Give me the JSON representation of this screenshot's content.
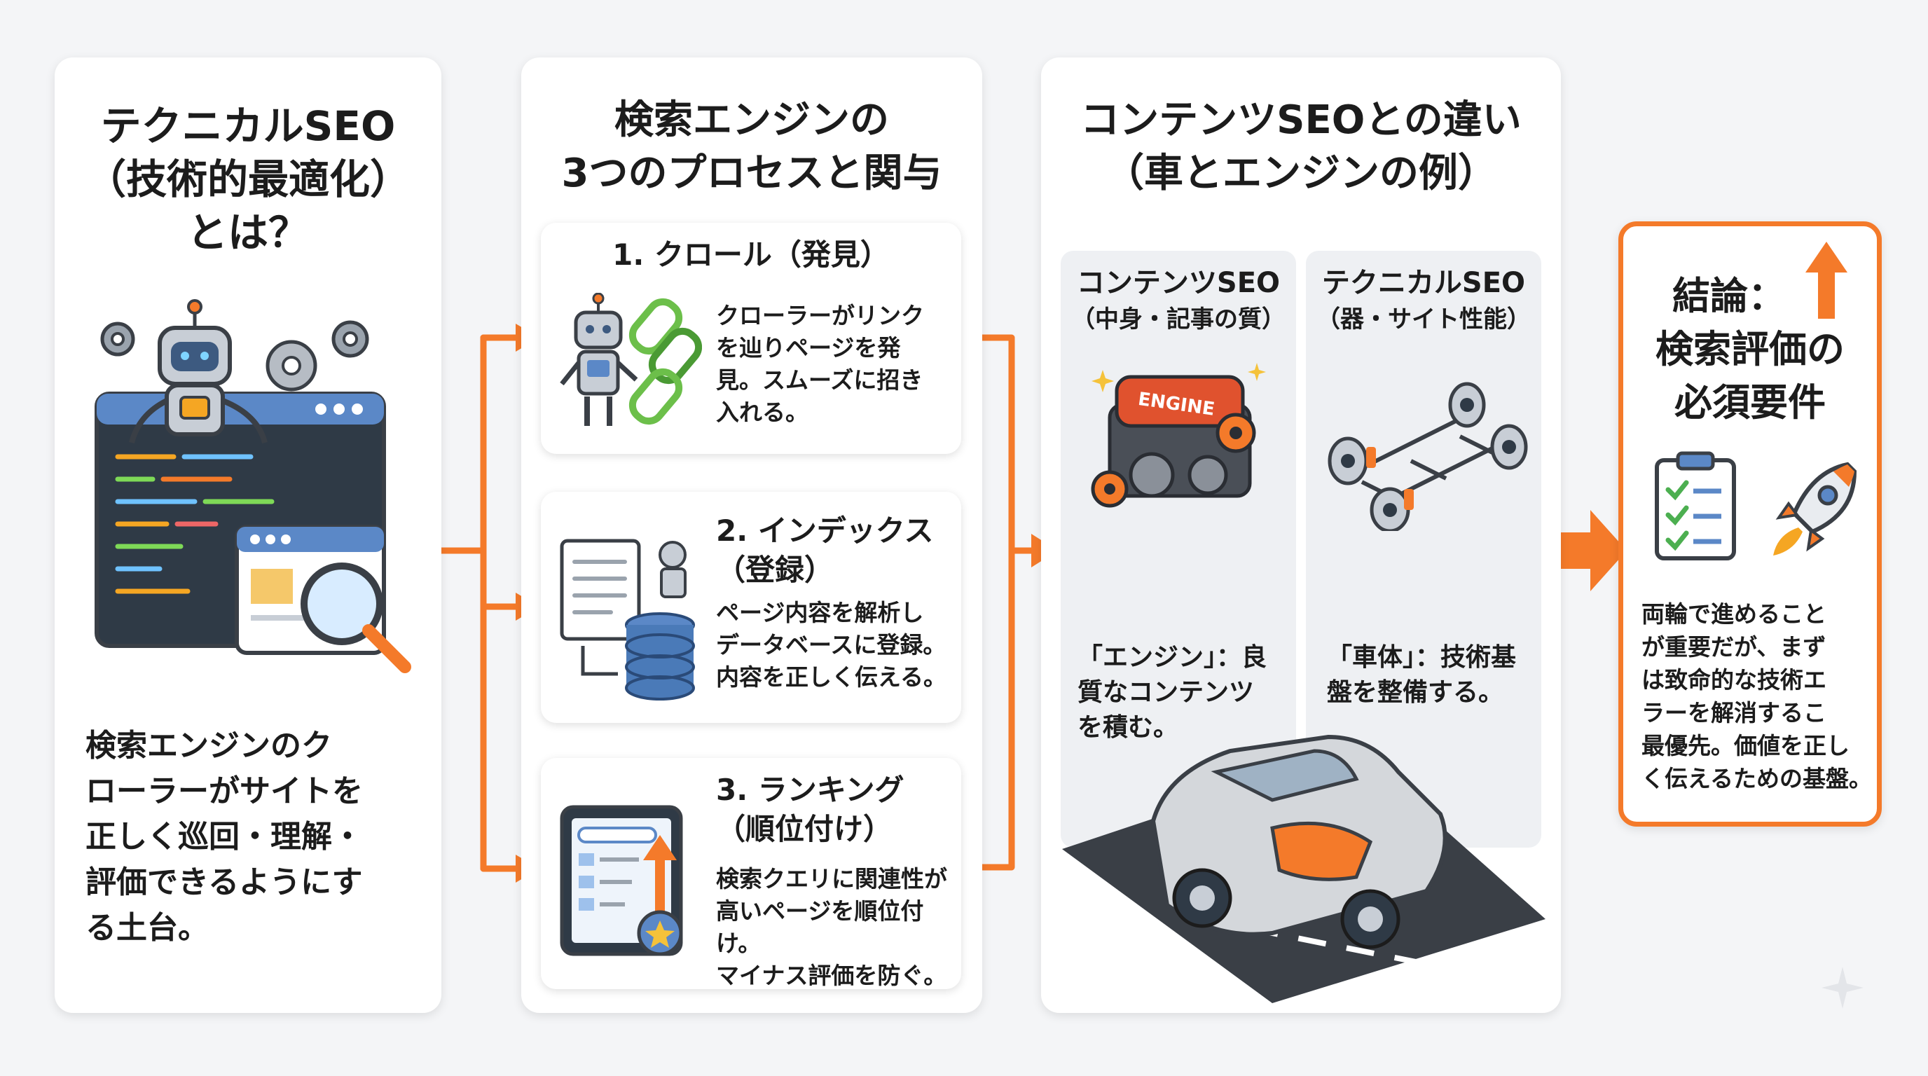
{
  "panel1": {
    "title_lines": [
      "テクニカルSEO",
      "（技術的最適化）",
      "とは？"
    ],
    "body_lines": [
      "検索エンジンのク",
      "ローラーがサイトを",
      "正しく巡回・理解・",
      "評価できるようにす",
      "る土台。"
    ],
    "icons": [
      "robot-icon",
      "gear-icon",
      "code-window-icon",
      "magnifier-icon"
    ]
  },
  "panel2": {
    "title_lines": [
      "検索エンジンの",
      "3つのプロセスと関与"
    ],
    "steps": [
      {
        "title_lines": [
          "1. クロール（発見）"
        ],
        "body_lines": [
          "クローラーがリンク",
          "を辿りページを発",
          "見。スムーズに招き",
          "入れる。"
        ],
        "icon": "robot-chain-icon"
      },
      {
        "title_lines": [
          "2. インデックス",
          "（登録）"
        ],
        "body_lines": [
          "ページ内容を解析し",
          "データベースに登録。",
          "内容を正しく伝える。"
        ],
        "icon": "document-database-icon"
      },
      {
        "title_lines": [
          "3. ランキング",
          "（順位付け）"
        ],
        "body_lines": [
          "検索クエリに関連性が",
          "高いページを順位付け。",
          "マイナス評価を防ぐ。"
        ],
        "icon": "ranking-tablet-icon"
      }
    ]
  },
  "panel3": {
    "title_lines": [
      "コンテンツSEOとの違い",
      "（車とエンジンの例）"
    ],
    "left": {
      "title_lines": [
        "コンテンツSEO",
        "（中身・記事の質）"
      ],
      "body_lines": [
        "「エンジン」：良",
        "質なコンテンツ",
        "を積む。"
      ],
      "icon": "engine-icon",
      "engine_label": "ENGINE"
    },
    "right": {
      "title_lines": [
        "テクニカルSEO",
        "（器・サイト性能）"
      ],
      "body_lines": [
        "「車体」：技術基",
        "盤を整備する。"
      ],
      "icon": "car-chassis-icon"
    },
    "car_icon": "car-on-road-icon"
  },
  "panel4": {
    "title_lines": [
      "結論：",
      "検索評価の",
      "必須要件"
    ],
    "body_lines": [
      "両輪で進めること",
      "が重要だが、まず",
      "は致命的な技術エ",
      "ラーを解消するこ",
      "最優先。価値を正し",
      "く伝えるための基盤。"
    ],
    "icons": [
      "up-arrow-icon",
      "checklist-icon",
      "rocket-icon"
    ]
  },
  "colors": {
    "accent_orange": "#f47a2a",
    "panel_bg": "#ffffff",
    "page_bg": "#f4f5f7",
    "subpanel_bg": "#eef0f3",
    "text": "#1c1c1c"
  }
}
